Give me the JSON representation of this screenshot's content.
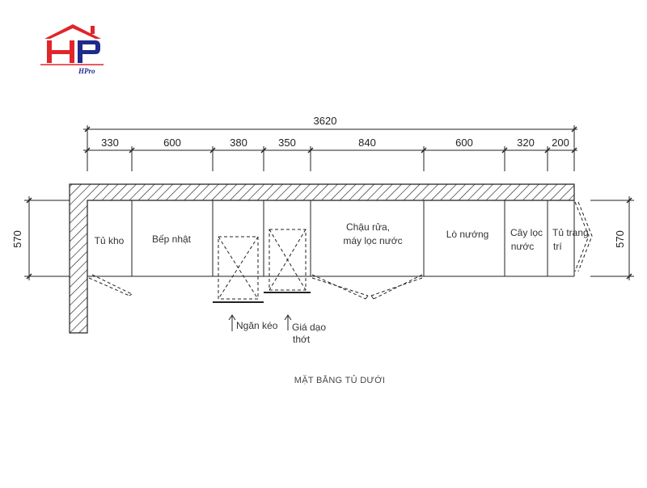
{
  "logo": {
    "text": "HPro",
    "colors": {
      "house": "#e0252b",
      "monogram": "#1e2a8c"
    }
  },
  "dimensions": {
    "overall": "3620",
    "segments": [
      "330",
      "600",
      "380",
      "350",
      "840",
      "600",
      "320",
      "200"
    ],
    "depth_left": "570",
    "depth_right": "570"
  },
  "modules": {
    "tu_kho": "Tủ kho",
    "bep_nhat": "Bếp nhật",
    "chau_rua_1": "Chậu rửa,",
    "chau_rua_2": "máy lọc nước",
    "lo_nuong": "Lò nướng",
    "cay_loc_1": "Cây lọc",
    "cay_loc_2": "nước",
    "tu_trang_tri_1": "Tủ trang",
    "tu_trang_tri_2": "trí"
  },
  "callouts": {
    "ngan_keo": "Ngăn kéo",
    "gia_dao_1": "Giá dạo",
    "gia_dao_2": "thớt"
  },
  "title": "MẶT BẰNG TỦ DƯỚI"
}
